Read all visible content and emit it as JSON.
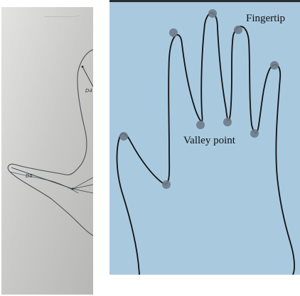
{
  "left_photo": {
    "d5_label": "D5",
    "d4_label": "D4"
  },
  "right_figure": {
    "fingertip_label": "Fingertip",
    "valley_label": "Valley point",
    "background_color": "#a9c9df",
    "outline_color": "#111111",
    "marker_color": "#6d7b87"
  }
}
